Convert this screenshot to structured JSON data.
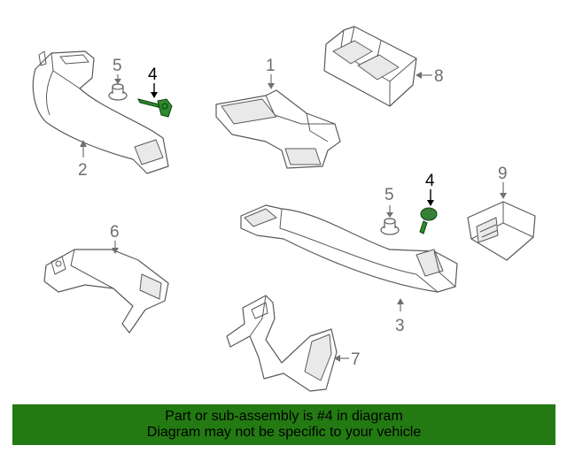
{
  "callouts": {
    "part_1": "1",
    "part_2": "2",
    "part_3": "3",
    "part_4_upper": "4",
    "part_4_lower": "4",
    "part_5_upper": "5",
    "part_5_lower": "5",
    "part_6": "6",
    "part_7": "7",
    "part_8": "8",
    "part_9": "9"
  },
  "highlight_color": "#2e8b2e",
  "banner": {
    "line1": "Part or sub-assembly is #4 in diagram",
    "line2": "Diagram may not be specific to your vehicle",
    "background": "#237a12"
  }
}
